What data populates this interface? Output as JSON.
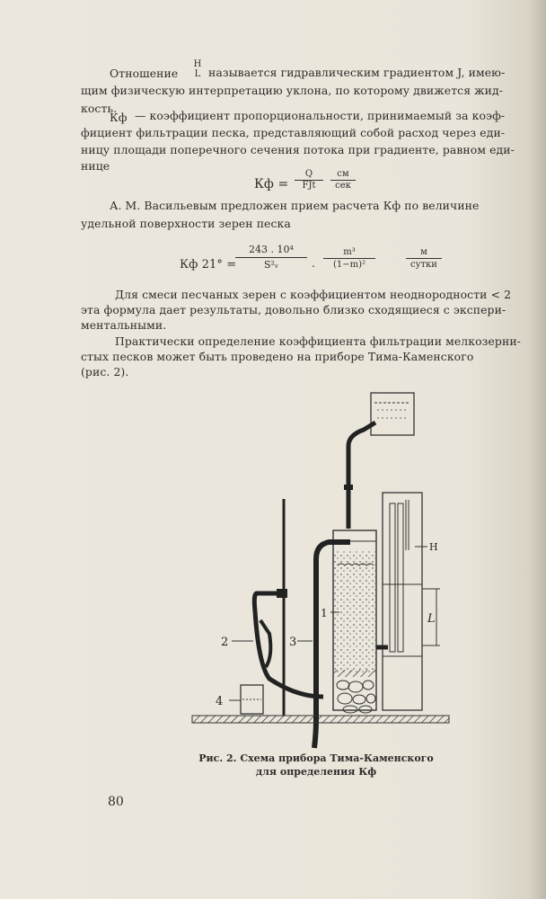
{
  "paragraphs": [
    "Отношение",
    "называется гидравлическим градиентом J, имею-",
    "щим физическую интерпретацию уклона, по которому движется жид-",
    "кость.",
    "— коэффициент пропорциональности, принимаемый за коэф-",
    "фициент фильтрации песка, представляющий собой расход через еди-",
    "ницу площади поперечного сечения потока при градиенте, равном еди-",
    "нице",
    "А. М. Васильевым предложен прием  расчета  Кф  по величине",
    "удельной поверхности зерен песка",
    "Для смеси песчаных зерен с коэффициентом неоднородности  < 2",
    "эта формула дает результаты, довольно близко сходящиеся с экспери-",
    "ментальными.",
    "Практически определение коэффициента фильтрации мелкозерни-",
    "стых песков  может быть  проведено на  приборе  Тима-Каменского",
    "(рис. 2)."
  ],
  "ratio": {
    "num": "H",
    "den": "L"
  },
  "kf_symbol": "Кф",
  "formula1": {
    "lhs": "Кф =",
    "num": "Q",
    "den": "FJt",
    "unit_num": "см",
    "unit_den": "сек"
  },
  "formula2": {
    "lhs": "Кф 21° =",
    "num": "243  .  10⁴",
    "den": "S²ᵥ",
    "dot": ".",
    "mnum": "m³",
    "mden": "(1−m)²",
    "unit_num": "м",
    "unit_den": "сутки"
  },
  "figure_labels": {
    "l1": "1",
    "l2": "2",
    "l3": "3",
    "l4": "4",
    "H": "H",
    "L": "L"
  },
  "caption_line1": "Рис. 2. Схема прибора Тима-Каменского",
  "caption_line2": "для определения Кф",
  "page_number": "80"
}
